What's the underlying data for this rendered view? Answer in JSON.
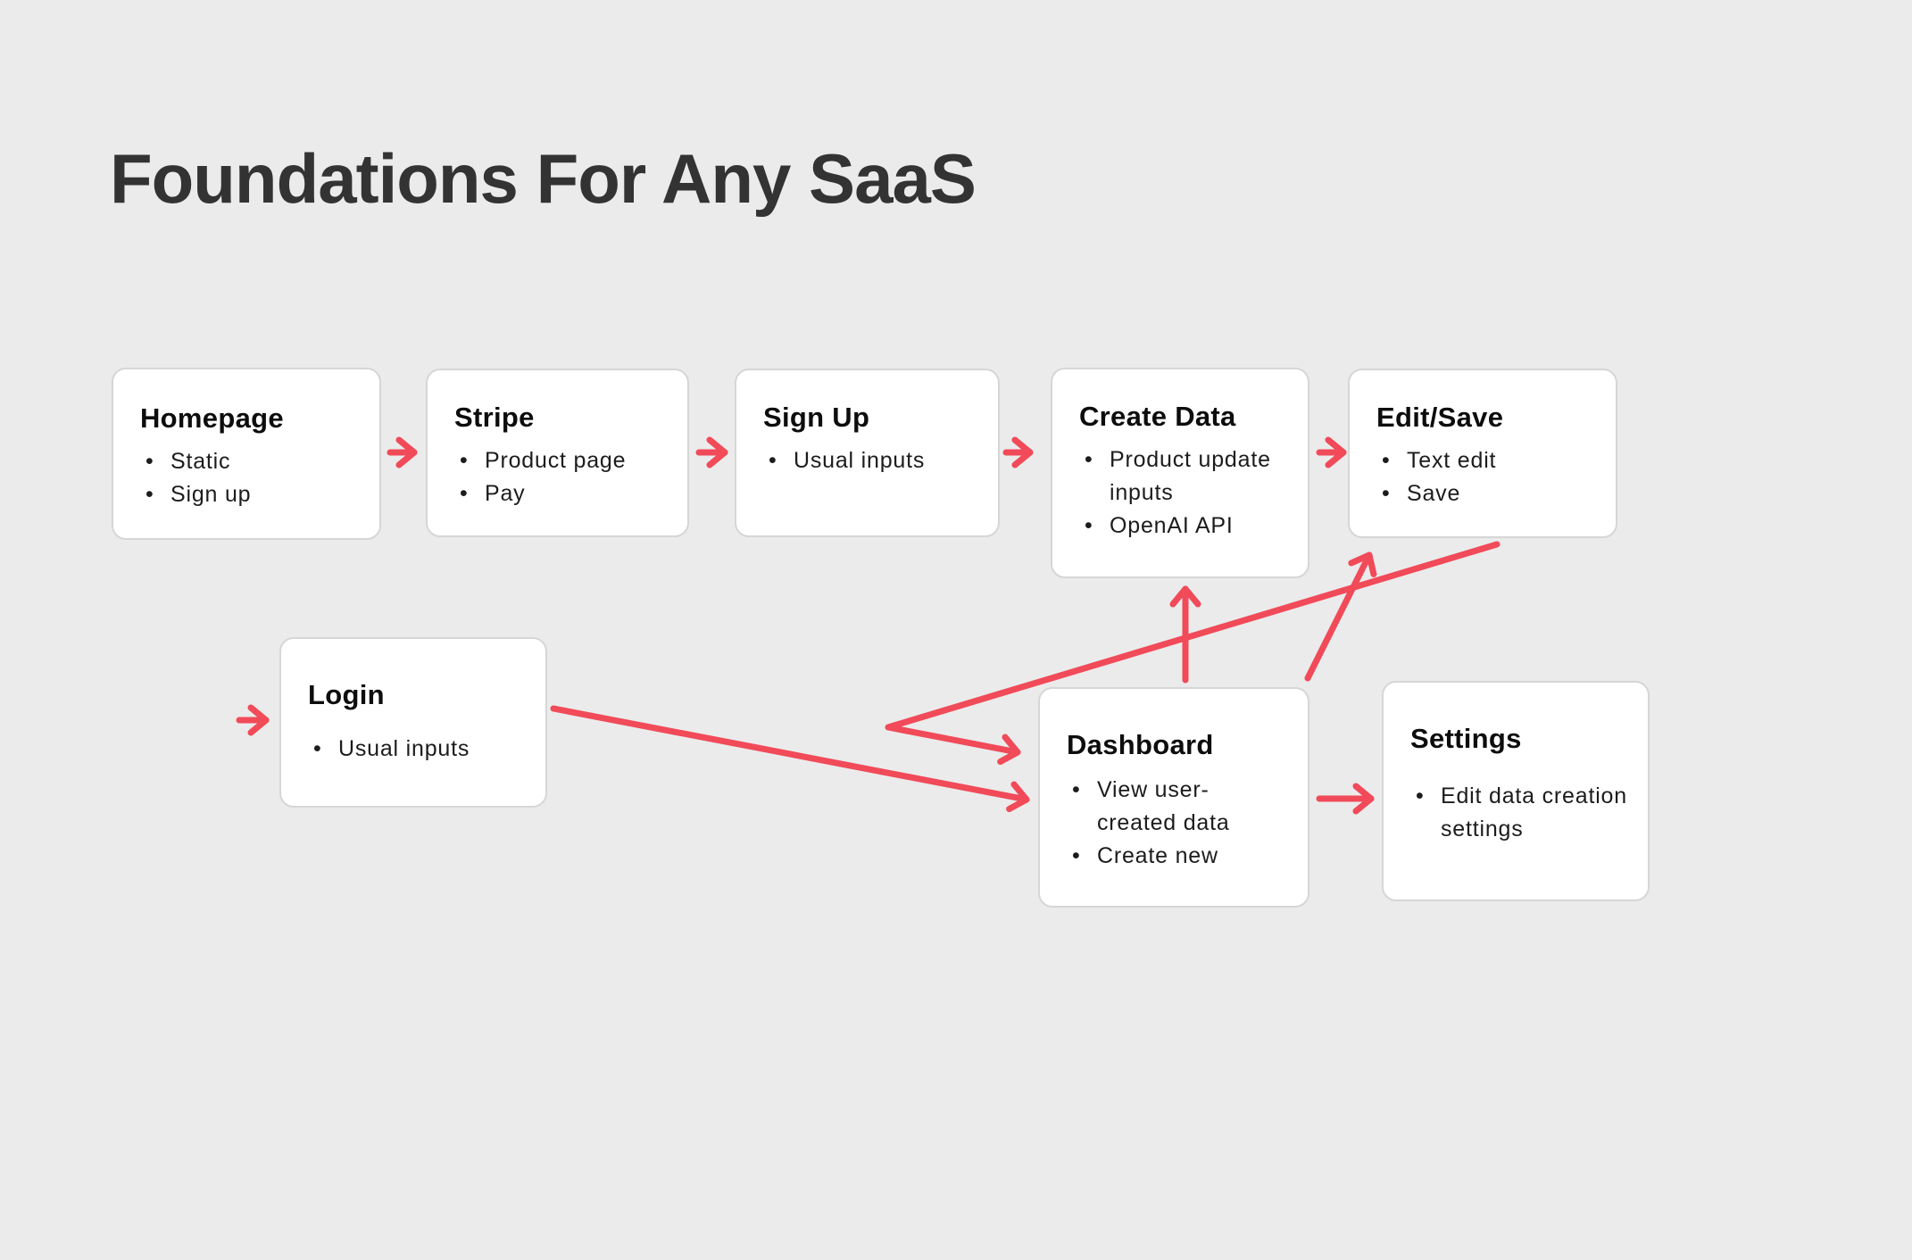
{
  "title": "Foundations For Any SaaS",
  "colors": {
    "accent_arrow": "#f14a59",
    "canvas_background": "#ebebeb",
    "node_background": "#ffffff",
    "node_border": "#d6d6d6",
    "title_text": "#333333",
    "body_text": "#1c1c1c"
  },
  "nodes": [
    {
      "id": "homepage",
      "title": "Homepage",
      "bullets": [
        "Static",
        "Sign up"
      ]
    },
    {
      "id": "stripe",
      "title": "Stripe",
      "bullets": [
        "Product page",
        "Pay"
      ]
    },
    {
      "id": "signup",
      "title": "Sign Up",
      "bullets": [
        "Usual inputs"
      ]
    },
    {
      "id": "create-data",
      "title": "Create Data",
      "bullets": [
        "Product update inputs",
        "OpenAI API"
      ]
    },
    {
      "id": "edit-save",
      "title": "Edit/Save",
      "bullets": [
        "Text edit",
        "Save"
      ]
    },
    {
      "id": "login",
      "title": "Login",
      "bullets": [
        "Usual inputs"
      ]
    },
    {
      "id": "dashboard",
      "title": "Dashboard",
      "bullets": [
        "View user-created data",
        "Create new"
      ]
    },
    {
      "id": "settings",
      "title": "Settings",
      "bullets": [
        "Edit data creation settings"
      ]
    }
  ],
  "edges": [
    {
      "from": "homepage",
      "to": "stripe"
    },
    {
      "from": "stripe",
      "to": "signup"
    },
    {
      "from": "signup",
      "to": "create-data"
    },
    {
      "from": "create-data",
      "to": "edit-save"
    },
    {
      "from": "entry",
      "to": "login"
    },
    {
      "from": "login",
      "to": "dashboard"
    },
    {
      "from": "dashboard",
      "to": "settings"
    },
    {
      "from": "dashboard",
      "to": "create-data"
    },
    {
      "from": "dashboard",
      "to": "edit-save"
    },
    {
      "from": "edit-save",
      "to": "dashboard"
    }
  ]
}
